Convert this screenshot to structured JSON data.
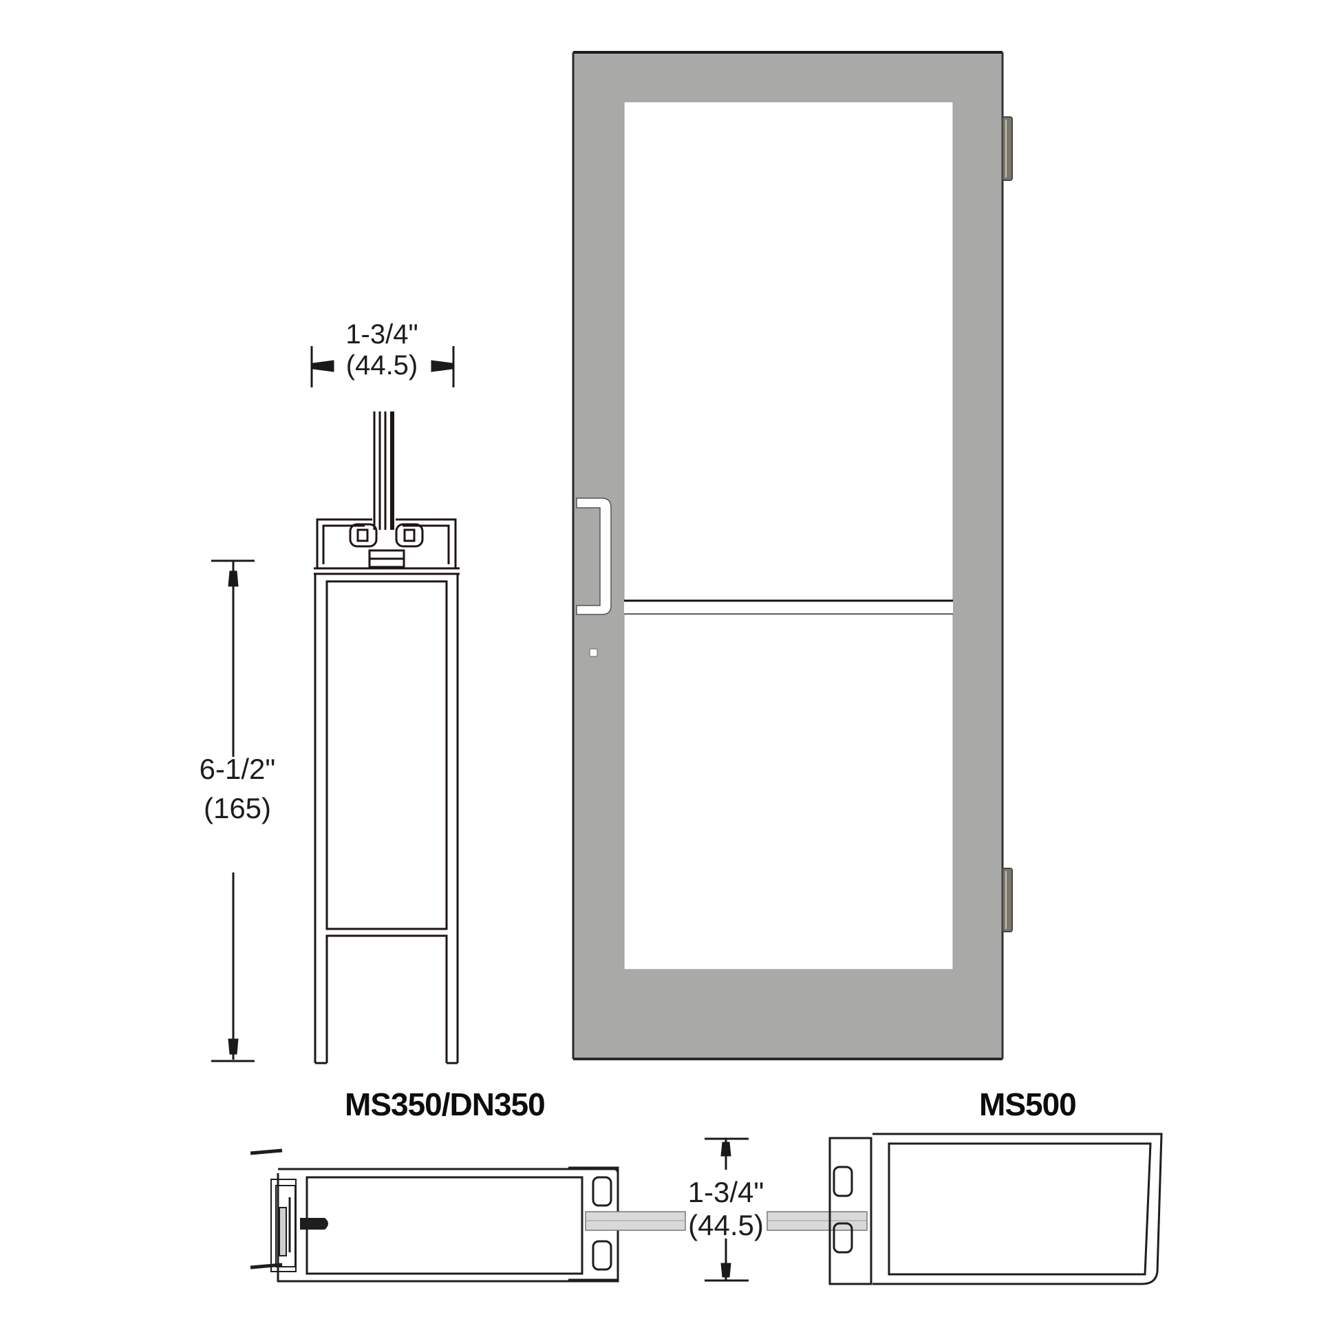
{
  "door": {
    "frame_color": "#a9aaa8",
    "edge_color": "#2a2a2a",
    "hinge_color": "#7a766c",
    "glass_color": "#ffffff",
    "handle_color": "#ffffff",
    "hinges": [
      "top-hinge",
      "bottom-hinge"
    ]
  },
  "top_dimension": {
    "fraction": "1-3/4\"",
    "metric": "(44.5)"
  },
  "side_dimension": {
    "fraction": "6-1/2\"",
    "metric": "(165)"
  },
  "section_dimension": {
    "fraction": "1-3/4\"",
    "metric": "(44.5)"
  },
  "labels": {
    "left_section": "MS350/DN350",
    "right_section": "MS500"
  },
  "colors": {
    "line": "#1e1414",
    "stop_gray": "#d6d6d6"
  }
}
